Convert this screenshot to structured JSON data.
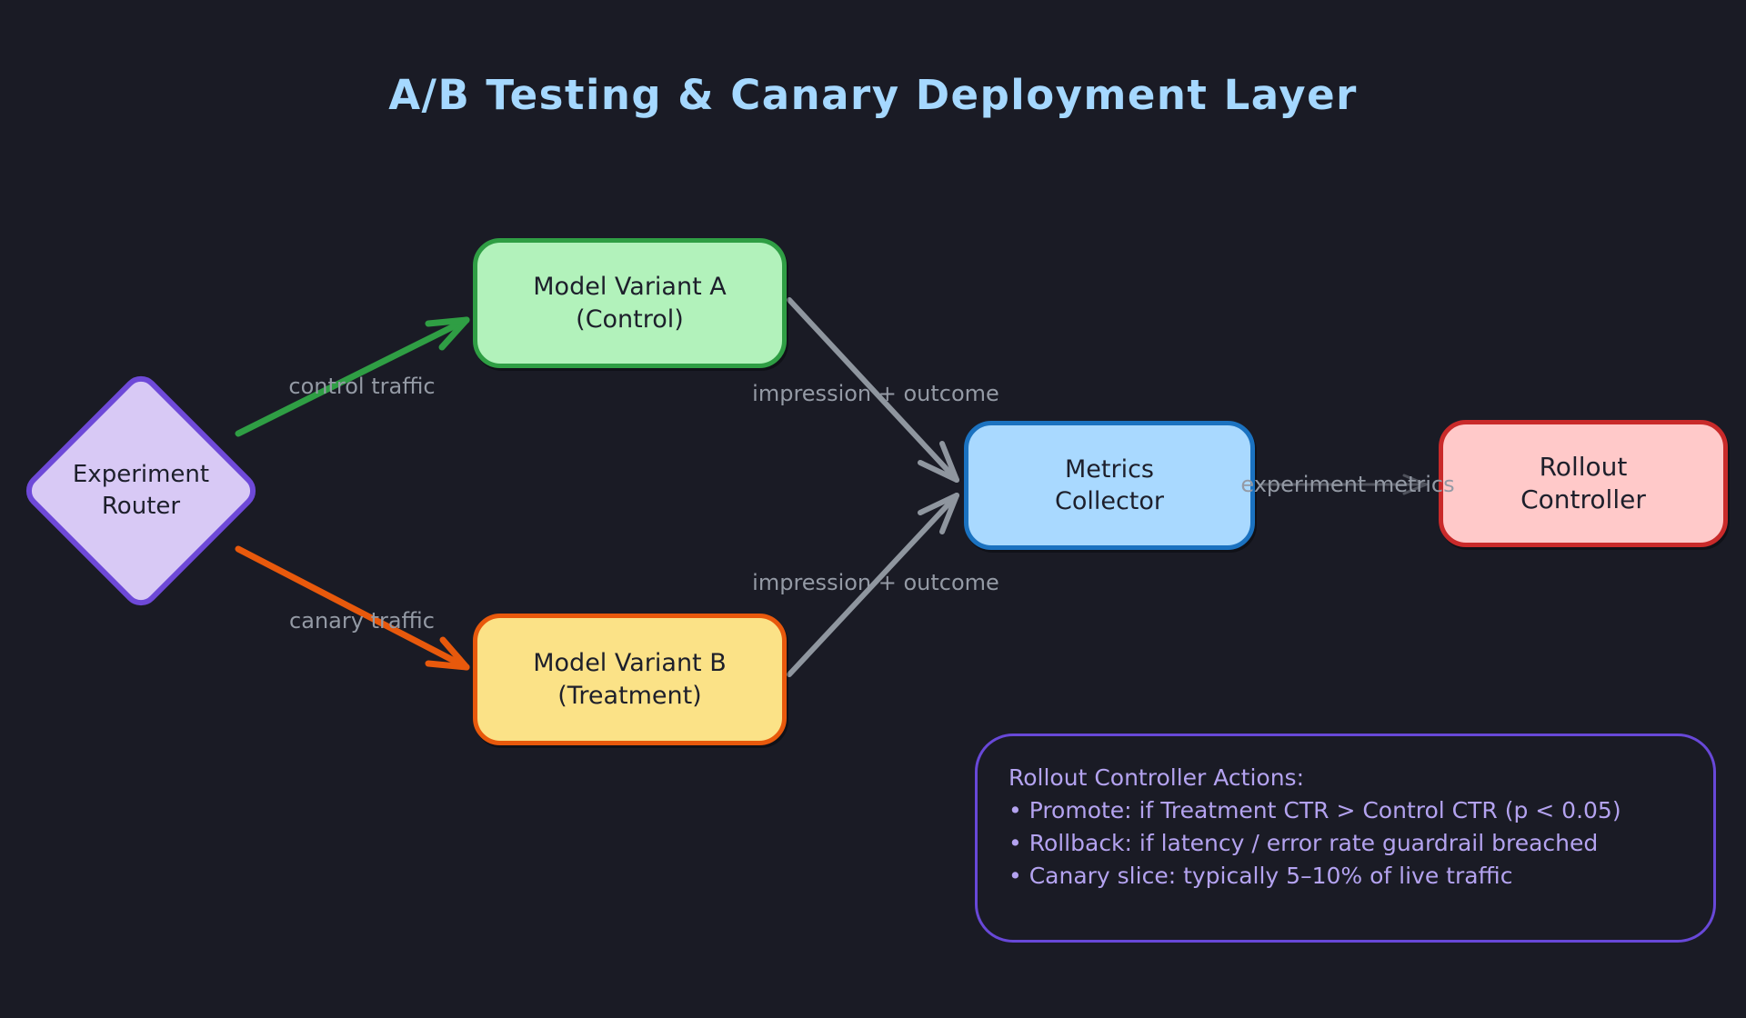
{
  "title": "A/B Testing & Canary Deployment Layer",
  "nodes": {
    "experiment_router": {
      "label": "Experiment\nRouter",
      "fill": "#d8c9f5",
      "border": "#6e49d8"
    },
    "variant_a": {
      "label": "Model Variant A\n(Control)",
      "fill": "#b2f2bb",
      "border": "#2f9e44"
    },
    "variant_b": {
      "label": "Model Variant B\n(Treatment)",
      "fill": "#fbe287",
      "border": "#e8590c"
    },
    "metrics_collector": {
      "label": "Metrics\nCollector",
      "fill": "#a9d9ff",
      "border": "#1b72c0"
    },
    "rollout_controller": {
      "label": "Rollout\nController",
      "fill": "#ffc9c9",
      "border": "#c92a2a"
    }
  },
  "edges": {
    "control": {
      "label": "control traffic",
      "color": "#2f9e44"
    },
    "canary": {
      "label": "canary traffic",
      "color": "#e8590c"
    },
    "impression_a": {
      "label": "impression + outcome",
      "color": "#8f969f"
    },
    "impression_b": {
      "label": "impression + outcome",
      "color": "#8f969f"
    },
    "experiment_metrics": {
      "label": "experiment metrics",
      "color": "#8f969f"
    }
  },
  "note": {
    "border_color": "#6848d8",
    "lines": [
      "Rollout Controller Actions:",
      "• Promote: if Treatment CTR > Control CTR (p < 0.05)",
      "• Rollback: if latency / error rate guardrail breached",
      "• Canary slice: typically 5–10% of live traffic"
    ]
  },
  "colors": {
    "background": "#1a1b25",
    "title": "#a5d8ff",
    "edge_label": "#949aa5",
    "node_text": "#1d1f2b",
    "note_text": "#b4a3f0"
  }
}
